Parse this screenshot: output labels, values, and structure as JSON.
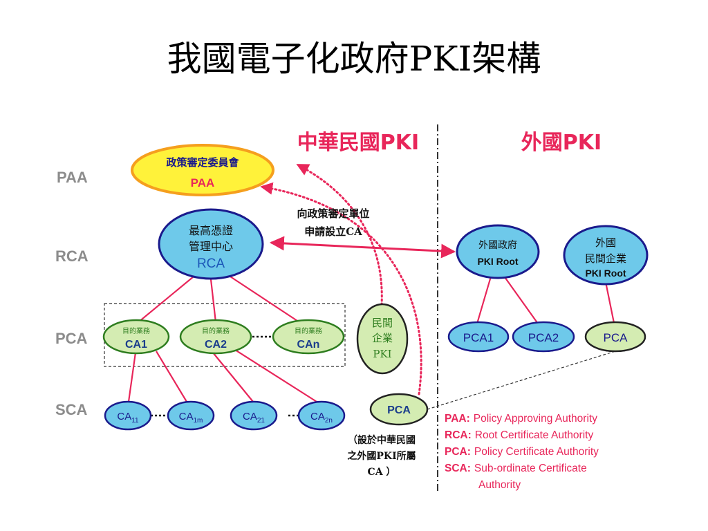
{
  "title": "我國電子化政府PKI架構",
  "sections": {
    "domestic": "中華民國PKI",
    "foreign": "外國PKI"
  },
  "levels": {
    "paa": "PAA",
    "rca": "RCA",
    "pca": "PCA",
    "sca": "SCA"
  },
  "paa_node": {
    "line1": "政策審定委員會",
    "abbr": "PAA"
  },
  "rca_node": {
    "line1": "最高憑證",
    "line2": "管理中心",
    "abbr": "RCA"
  },
  "apply_note": {
    "line1": "向政策審定單位",
    "line2": "申請設立CA"
  },
  "pca_nodes": [
    {
      "top": "目的業務",
      "abbr": "CA1"
    },
    {
      "top": "目的業務",
      "abbr": "CA2"
    },
    {
      "top": "目的業務",
      "abbr": "CAn"
    }
  ],
  "private_pki": {
    "line1": "民間",
    "line2": "企業",
    "line3": "PKI"
  },
  "sca_nodes": [
    {
      "base": "CA",
      "sub": "11"
    },
    {
      "base": "CA",
      "sub": "1m"
    },
    {
      "base": "CA",
      "sub": "21"
    },
    {
      "base": "CA",
      "sub": "2n"
    }
  ],
  "domestic_pca": {
    "label": "PCA"
  },
  "domestic_pca_note": {
    "line1": "（設於中華民國",
    "line2": "之外國PKI所屬",
    "line3": "CA ）"
  },
  "foreign_gov": {
    "line1": "外國政府",
    "line2": "PKI Root"
  },
  "foreign_corp": {
    "line1": "外國",
    "line2": "民間企業",
    "line3": "PKI Root"
  },
  "foreign_pcas": [
    "PCA1",
    "PCA2"
  ],
  "foreign_corp_pca": "PCA",
  "legend": [
    {
      "key": "PAA:",
      "value": "Policy Approving Authority"
    },
    {
      "key": "RCA:",
      "value": "Root Certificate Authority"
    },
    {
      "key": "PCA:",
      "value": "Policy Certificate Authority"
    },
    {
      "key": "SCA:",
      "value": "Sub-ordinate Certificate"
    }
  ],
  "legend_cont": "Authority",
  "colors": {
    "accent": "#e8265a",
    "blue_fill": "#6ec9ea",
    "blue_text": "#1c57b8",
    "green_fill": "#d4ecb2",
    "green_text": "#2e7d1f",
    "yellow_fill": "#fff23a",
    "orange_stroke": "#f59f1e",
    "navy_stroke": "#1a1a8c"
  }
}
